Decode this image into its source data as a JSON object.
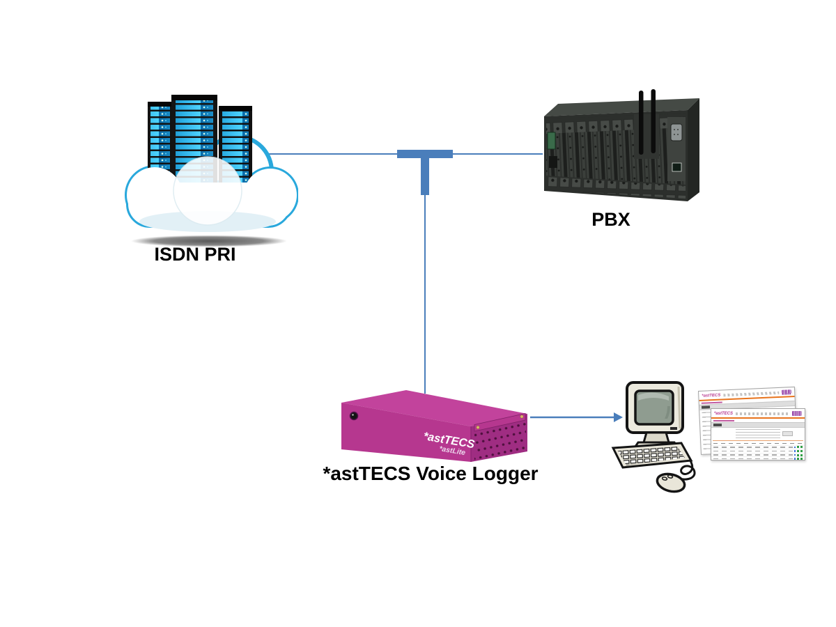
{
  "diagram": {
    "nodes": {
      "isdn_pri": {
        "label": "ISDN PRI",
        "illustration": "cloud-with-server-towers"
      },
      "pbx": {
        "label": "PBX",
        "illustration": "rack-pbx-with-antennas"
      },
      "voice_logger": {
        "label": "*astTECS Voice Logger",
        "device_text_primary": "*astTECS",
        "device_text_secondary": "*astLite",
        "illustration": "magenta-appliance-box"
      },
      "workstation": {
        "illustration": "desktop-computer-with-report-pages",
        "report_logo": "*astTECS"
      }
    },
    "connectors": [
      {
        "from": "isdn_pri",
        "to": "pbx",
        "style": "line-with-t-junction"
      },
      {
        "from": "t_junction",
        "to": "voice_logger",
        "style": "line"
      },
      {
        "from": "voice_logger",
        "to": "workstation",
        "style": "arrow"
      }
    ],
    "colors": {
      "connector_blue": "#4a7ebb",
      "logger_magenta": "#b6378f",
      "label_text": "#000000",
      "cloud_outline_cyan": "#29a8dc",
      "report_accent_orange": "#e8731c",
      "report_logo_magenta": "#b6378f"
    }
  }
}
